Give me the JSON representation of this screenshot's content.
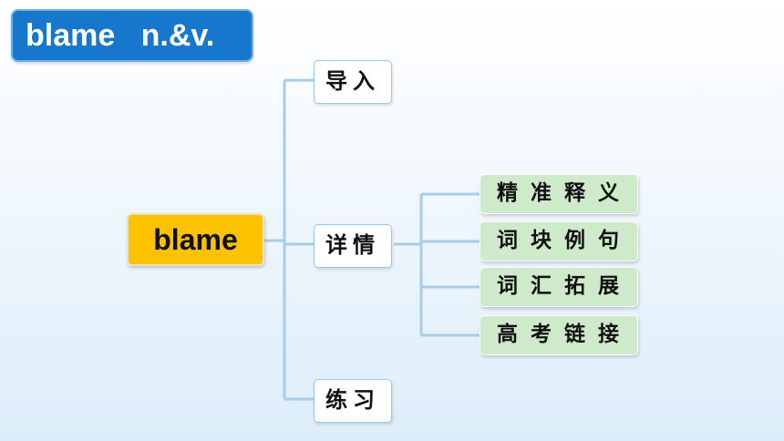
{
  "title": "blame   n.&v.",
  "root": {
    "label": "blame"
  },
  "branches": [
    {
      "label": "导入"
    },
    {
      "label": "详情"
    },
    {
      "label": "练习"
    }
  ],
  "detail_items": [
    {
      "label": "精准释义"
    },
    {
      "label": "词块例句"
    },
    {
      "label": "词汇拓展"
    },
    {
      "label": "高考链接"
    }
  ],
  "colors": {
    "title_bg": "#1677cc",
    "root_bg": "#fcc200",
    "leaf_bg": "#cfe9cb",
    "connector": "#9cc8e8"
  }
}
